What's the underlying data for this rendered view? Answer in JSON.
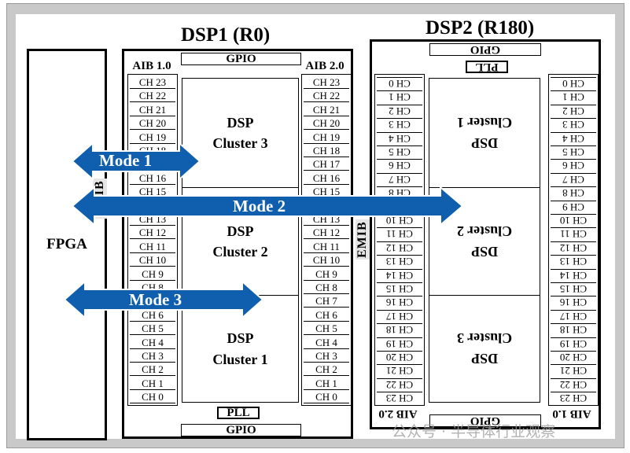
{
  "fpga_label": "FPGA",
  "dsp1": {
    "title": "DSP1 (R0)",
    "gpio_top": "GPIO",
    "gpio_bottom": "GPIO",
    "pll": "PLL",
    "aib_left": "AIB 1.0",
    "aib_right": "AIB 2.0",
    "emib": "EMIB",
    "clusters": [
      "DSP\nCluster 3",
      "DSP\nCluster 2",
      "DSP\nCluster 1"
    ]
  },
  "dsp2": {
    "title": "DSP2 (R180)",
    "gpio_top": "GPIO",
    "gpio_bottom": "GPIO",
    "pll": "PLL",
    "aib_left": "AIB 2.0",
    "aib_right": "AIB 1.0",
    "emib": "EMIB",
    "clusters": [
      "DSP\nCluster 1",
      "DSP\nCluster 2",
      "DSP\nCluster 3"
    ]
  },
  "channels": [
    "CH 23",
    "CH 22",
    "CH 21",
    "CH 20",
    "CH 19",
    "CH 18",
    "CH 17",
    "CH 16",
    "CH 15",
    "CH 14",
    "CH 13",
    "CH 12",
    "CH 11",
    "CH 10",
    "CH 9",
    "CH 8",
    "CH 7",
    "CH 6",
    "CH 5",
    "CH 4",
    "CH 3",
    "CH 2",
    "CH 1",
    "CH 0"
  ],
  "modes": {
    "mode1": "Mode 1",
    "mode2": "Mode 2",
    "mode3": "Mode 3"
  },
  "arrow_color": "#0f5fae",
  "watermark": "公众号 · 半导体行业观察"
}
